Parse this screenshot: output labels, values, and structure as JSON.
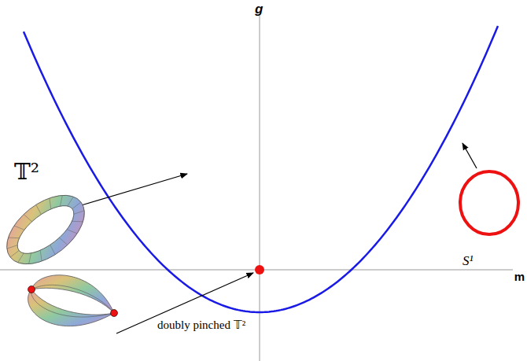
{
  "diagram": {
    "labels": [
      "g",
      "𝕋²",
      "S¹",
      "m",
      "doubly pinched 𝕋²"
    ]
  }
}
